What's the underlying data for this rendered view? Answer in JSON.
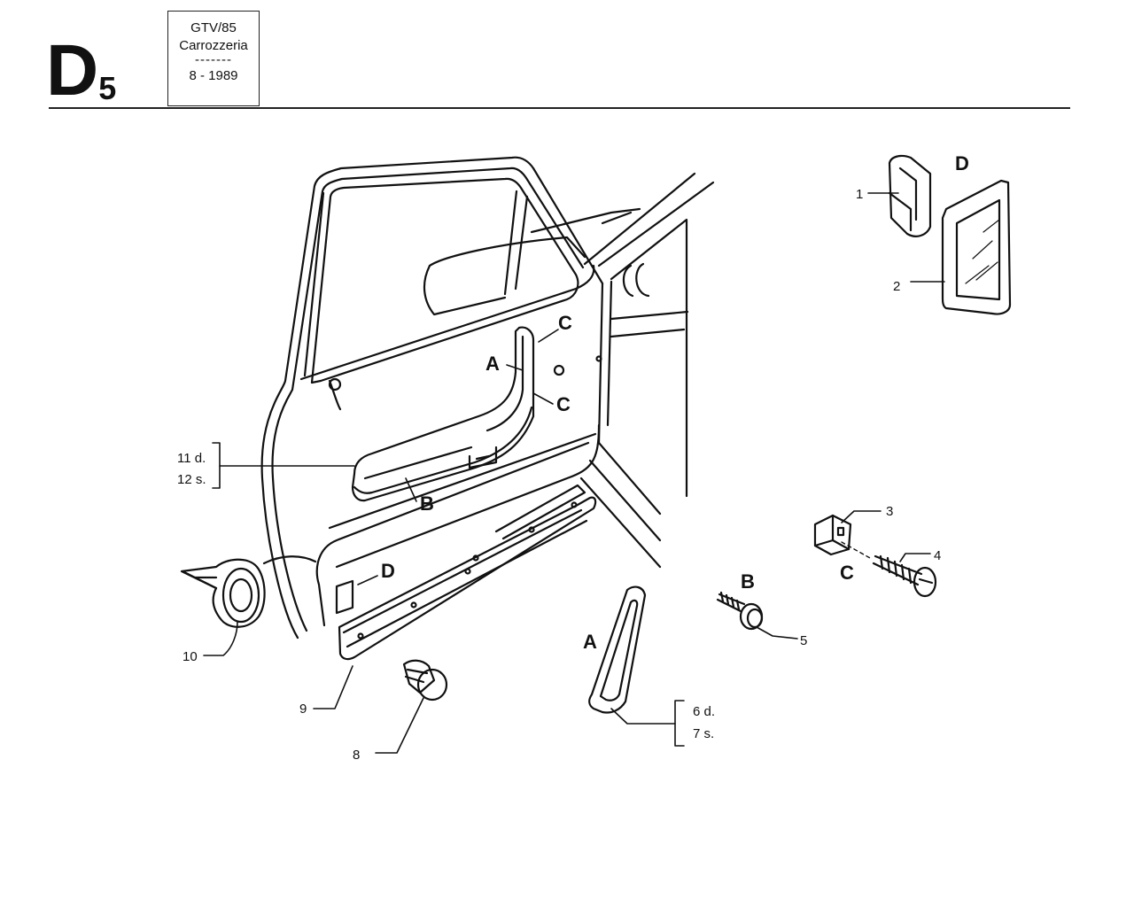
{
  "sheet": {
    "letter": "D",
    "number": "5"
  },
  "title_block": {
    "model": "GTV/85",
    "section": "Carrozzeria",
    "separator": "-------",
    "date": "8 - 1989"
  },
  "callouts": {
    "p1": "1",
    "p2": "2",
    "p3": "3",
    "p4": "4",
    "p5": "5",
    "p6": "6 d.",
    "p7": "7 s.",
    "p8": "8",
    "p9": "9",
    "p10": "10",
    "p11": "11 d.",
    "p12": "12 s."
  },
  "letters": {
    "A": "A",
    "B": "B",
    "C": "C",
    "D": "D"
  }
}
